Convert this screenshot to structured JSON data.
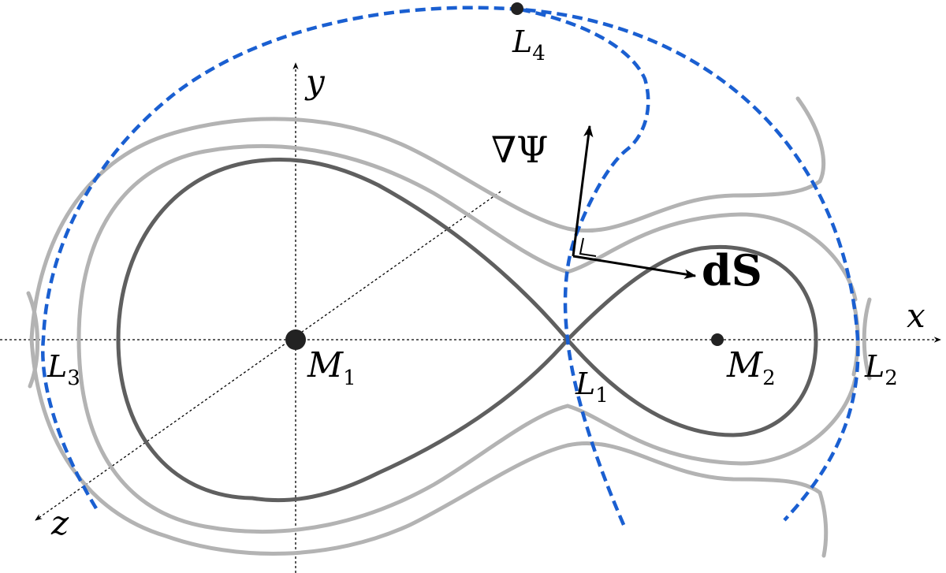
{
  "labels": {
    "x_axis": "x",
    "y_axis": "y",
    "z_axis": "z",
    "gradient": "∇Ψ",
    "surface": "dS",
    "M1": {
      "base": "M",
      "sub": "1"
    },
    "M2": {
      "base": "M",
      "sub": "2"
    },
    "L1": {
      "base": "L",
      "sub": "1"
    },
    "L2": {
      "base": "L",
      "sub": "2"
    },
    "L3": {
      "base": "L",
      "sub": "3"
    },
    "L4": {
      "base": "L",
      "sub": "4"
    }
  },
  "colors": {
    "background": "#ffffff",
    "outer_equipotentials": "#b3b3b3",
    "critical_equipotential": "#5f5f5f",
    "zero_velocity_boundary": "#1a5fd1",
    "axes": "#000000",
    "masses": "#222222"
  }
}
